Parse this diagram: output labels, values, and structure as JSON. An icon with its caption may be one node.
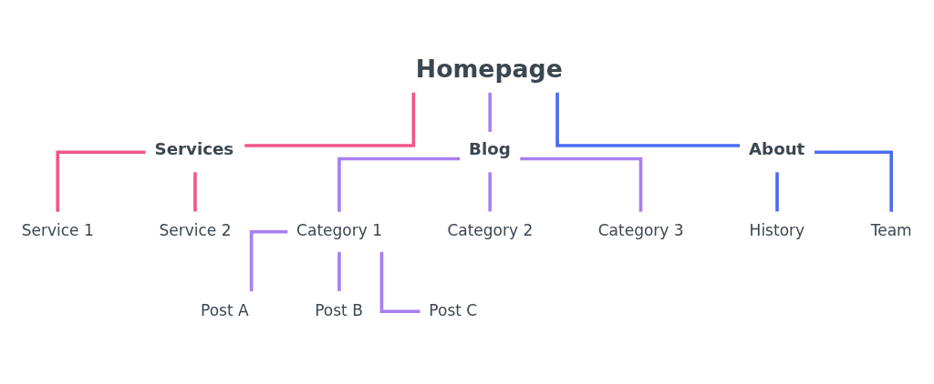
{
  "diagram": {
    "nodes": [
      {
        "text": [
          "Homepage"
        ]
      },
      {
        "text": [
          "Services"
        ]
      },
      {
        "text": [
          "Blog"
        ]
      },
      {
        "text": [
          "About"
        ]
      },
      {
        "text": [
          "Service 1"
        ]
      },
      {
        "text": [
          "Service 2"
        ]
      },
      {
        "text": [
          "Category 1"
        ]
      },
      {
        "text": [
          "Category 2"
        ]
      },
      {
        "text": [
          "Category 3"
        ]
      },
      {
        "text": [
          "Post A"
        ]
      },
      {
        "text": [
          "Post B"
        ]
      },
      {
        "text": [
          "Post C"
        ]
      },
      {
        "text": [
          "History"
        ]
      },
      {
        "text": [
          "Team"
        ]
      }
    ],
    "edges": [
      {
        "from": 0,
        "to": 1,
        "arrow": "none",
        "color": "#f0578a"
      },
      {
        "from": 0,
        "to": 2,
        "arrow": "none",
        "color": "#a87ff0"
      },
      {
        "from": 0,
        "to": 3,
        "arrow": "none",
        "color": "#4a6cf0"
      },
      {
        "from": 1,
        "to": 4,
        "arrow": "none",
        "color": "#f0578a"
      },
      {
        "from": 1,
        "to": 5,
        "arrow": "none",
        "color": "#f0578a"
      },
      {
        "from": 2,
        "to": 6,
        "arrow": "none",
        "color": "#a87ff0"
      },
      {
        "from": 2,
        "to": 7,
        "arrow": "none",
        "color": "#a87ff0"
      },
      {
        "from": 2,
        "to": 8,
        "arrow": "none",
        "color": "#a87ff0"
      },
      {
        "from": 6,
        "to": 9,
        "arrow": "none",
        "color": "#a87ff0"
      },
      {
        "from": 6,
        "to": 10,
        "arrow": "none",
        "color": "#a87ff0"
      },
      {
        "from": 6,
        "to": 11,
        "arrow": "none",
        "color": "#a87ff0"
      },
      {
        "from": 3,
        "to": 12,
        "arrow": "none",
        "color": "#4a6cf0"
      },
      {
        "from": 3,
        "to": 13,
        "arrow": "none",
        "color": "#4a6cf0"
      }
    ]
  }
}
